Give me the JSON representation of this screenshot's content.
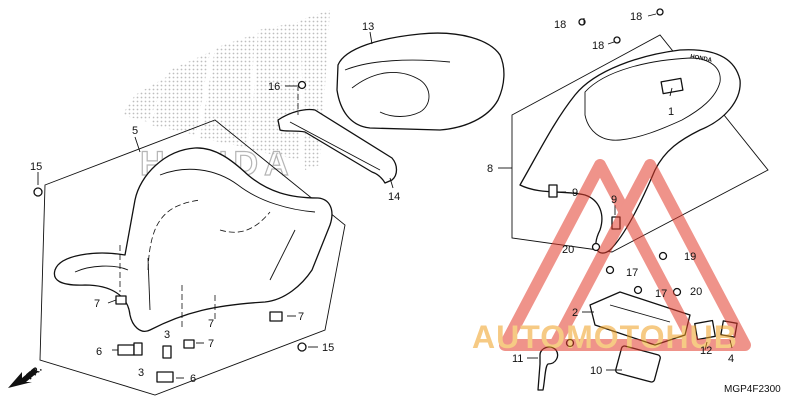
{
  "diagram": {
    "code": "MGP4F2300",
    "direction_label": "FR.",
    "brand_watermark": "HONDA",
    "seat_brand_text": "HONDA",
    "overlay_watermark": "AUTOMOTOHUB",
    "colors": {
      "line": "#111111",
      "watermark_red": "#e23b2c",
      "watermark_orange": "#f0a020",
      "honda_grey": "#bdbdbd"
    },
    "callouts": [
      "1",
      "2",
      "3",
      "3",
      "4",
      "5",
      "6",
      "6",
      "7",
      "7",
      "7",
      "7",
      "8",
      "9",
      "9",
      "10",
      "11",
      "12",
      "13",
      "14",
      "15",
      "15",
      "16",
      "17",
      "17",
      "18",
      "18",
      "18",
      "19",
      "20",
      "20"
    ]
  }
}
